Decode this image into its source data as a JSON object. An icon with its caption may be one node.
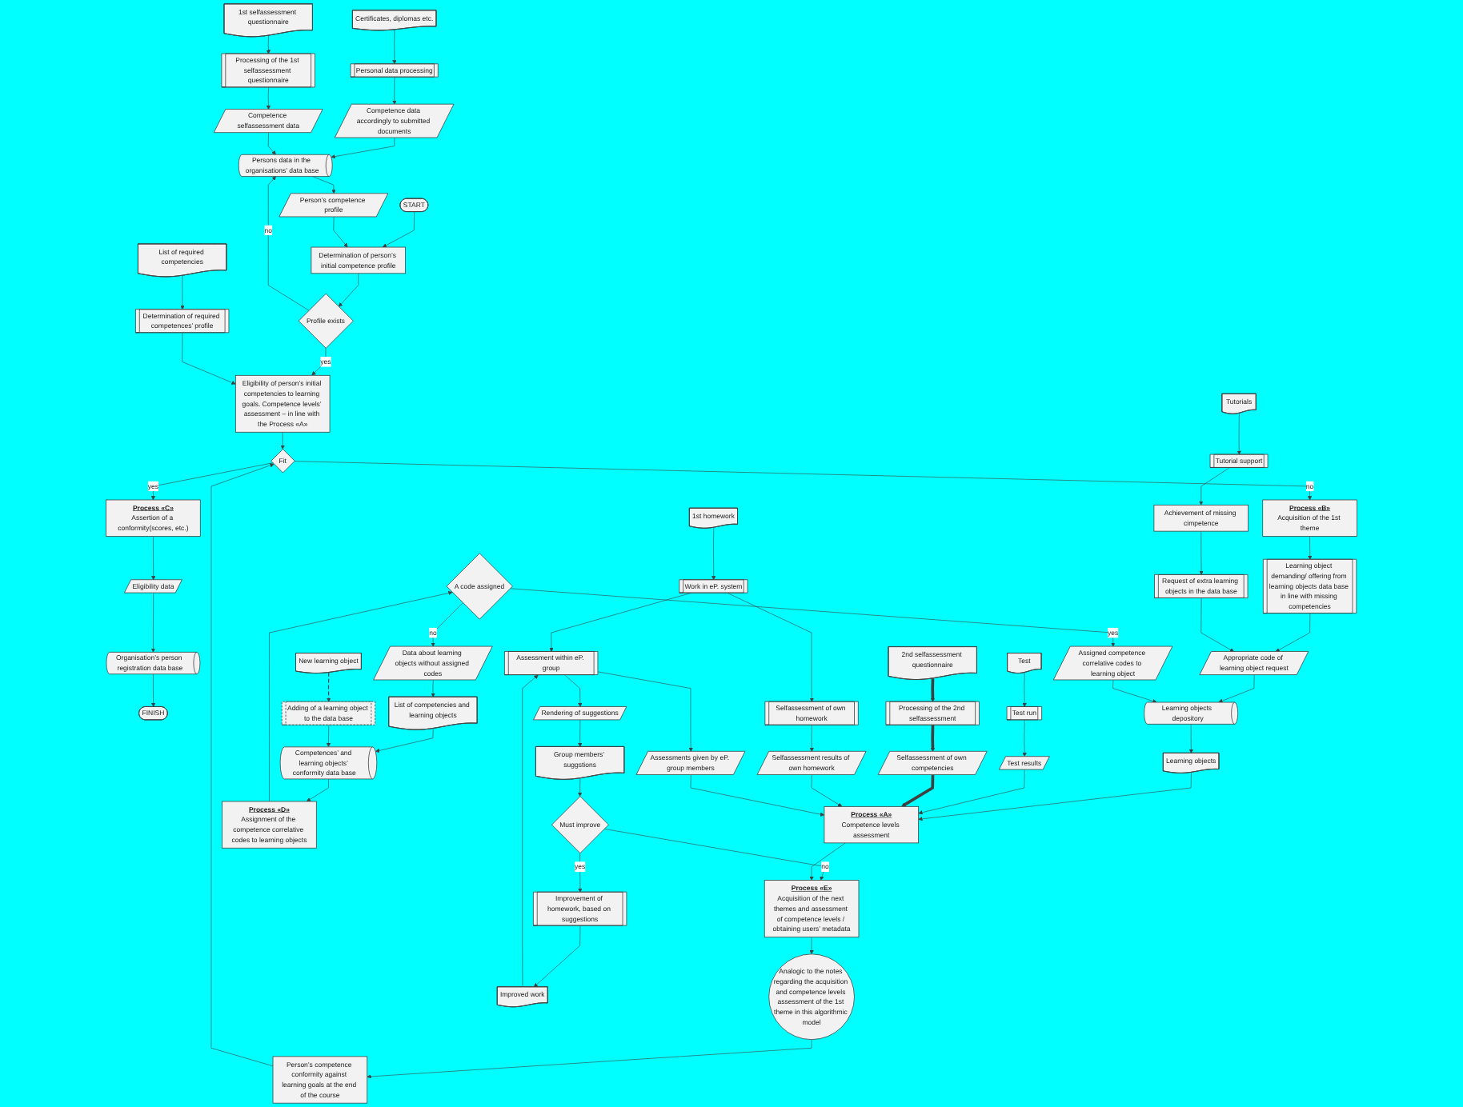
{
  "diagram": {
    "nodes": [
      {
        "text": [
          "Persons data in the organisations’ data base"
        ]
      },
      {
        "text": [
          "Person’s competence profile"
        ]
      },
      {
        "text": [
          "Determination of person’s initial competence profile"
        ]
      },
      {
        "text": [
          "START"
        ]
      },
      {
        "text": [
          "Competence data accordingly to submitted documents"
        ]
      },
      {
        "text": [
          "Competence selfassessment data"
        ]
      },
      {
        "text": [
          "Profile exists"
        ]
      },
      {
        "text": [
          "List of required competencies"
        ]
      },
      {
        "text": [
          "FINISH"
        ]
      },
      {
        "text": [
          "Personal data processing"
        ]
      },
      {
        "text": [
          "Processing of the 1st selfassessment questionnaire"
        ]
      },
      {
        "text": [
          "Eligibility of person’s initial competencies to learning goals. Competence levels’ assessment – in line with the Process «A»"
        ]
      },
      {
        "text": [
          "Determination of required competences’ profile"
        ]
      },
      {
        "text": [
          "Organisation’s person registration data base"
        ]
      },
      {
        "text": [
          "Certificates, diplomas etc."
        ]
      },
      {
        "text": [
          "1st selfassessment questionnaire"
        ]
      },
      {
        "text": [
          "Analogic to the notes regarding the acquisition and competence levels assessment of the 1st theme in this algorithmic model"
        ]
      },
      {
        "text": [
          "Person’s competence conformity against learning goals at the end of the course"
        ]
      },
      {
        "text": [
          "Fit"
        ]
      },
      {
        "text": [
          "Process «C»",
          "Assertion of a conformity(scores, etc.)"
        ]
      },
      {
        "text": [
          "Eligibility data"
        ]
      },
      {
        "text": [
          "Test"
        ]
      },
      {
        "text": [
          "Test run"
        ]
      },
      {
        "text": [
          "Test results"
        ]
      },
      {
        "text": [
          "Process «B»",
          "Acquisition of the 1st theme"
        ]
      },
      {
        "text": [
          "Learning object demanding/ offering from learning objects data base in line with missing competencies"
        ]
      },
      {
        "text": [
          "Appropriate code of learning object request"
        ]
      },
      {
        "text": [
          "2nd selfassessment questionnaire"
        ]
      },
      {
        "text": [
          "Processing of the 2nd selfassessment"
        ]
      },
      {
        "text": [
          "Selfassessment of own competencies"
        ]
      },
      {
        "text": [
          "Process «A»",
          "Competence levels assessment"
        ]
      },
      {
        "text": [
          "Learning objects"
        ]
      },
      {
        "text": [
          "Learning objects depository"
        ]
      },
      {
        "text": [
          "Work in eP. system"
        ]
      },
      {
        "text": [
          "Selfassessment of own homework"
        ]
      },
      {
        "text": [
          "Selfassessment results of own homework"
        ]
      },
      {
        "text": [
          "Assigned competence correlative codes to learning object"
        ]
      },
      {
        "text": [
          "Assessment within eP. group"
        ]
      },
      {
        "text": [
          "Assessments given by eP. group members"
        ]
      },
      {
        "text": [
          "Request of extra learning objects in the data base"
        ]
      },
      {
        "text": [
          "1st homework"
        ]
      },
      {
        "text": [
          "A code assigned"
        ]
      },
      {
        "text": [
          "Rendering of suggestions"
        ]
      },
      {
        "text": [
          "Group members’ suggstions"
        ]
      },
      {
        "text": [
          "Data about learning objects without assigned codes"
        ]
      },
      {
        "text": [
          "Process «E»",
          "Acquisition of the next themes and assessment of competence levels / obtaining users’ metadata"
        ]
      },
      {
        "text": [
          "Achievement of missing cimpetence"
        ]
      },
      {
        "text": [
          "Process «D»",
          "Assignment of the competence correlative codes to learning objects"
        ]
      },
      {
        "text": [
          "Improved work"
        ]
      },
      {
        "text": [
          "Improvement of homework, based on suggestions"
        ]
      },
      {
        "text": [
          "Must improve"
        ]
      },
      {
        "text": [
          "Tutorials"
        ]
      },
      {
        "text": [
          "Tutorial support"
        ]
      },
      {
        "text": [
          "List of competencies and learning objects"
        ]
      },
      {
        "text": [
          "Competences’ and learning objects’ conformity data base"
        ]
      },
      {
        "text": [
          "New learning object"
        ]
      },
      {
        "text": [
          "Adding of a learning object to the data base"
        ]
      }
    ],
    "edges": [
      {
        "from": 3,
        "to": 2,
        "arrow": "to"
      },
      {
        "from": 1,
        "to": 2,
        "arrow": "to"
      },
      {
        "from": 0,
        "to": 1,
        "arrow": "to"
      },
      {
        "from": 2,
        "to": 6,
        "arrow": "to"
      },
      {
        "from": 6,
        "to": 0,
        "arrow": "to",
        "label": "no"
      },
      {
        "from": 4,
        "to": 0,
        "arrow": "to"
      },
      {
        "from": 5,
        "to": 0,
        "arrow": "to"
      },
      {
        "from": 9,
        "to": 4,
        "arrow": "to"
      },
      {
        "from": 14,
        "to": 9,
        "arrow": "to"
      },
      {
        "from": 10,
        "to": 5,
        "arrow": "to"
      },
      {
        "from": 15,
        "to": 10,
        "arrow": "to"
      },
      {
        "from": 6,
        "to": 11,
        "arrow": "to",
        "label": "yes"
      },
      {
        "from": 7,
        "to": 12,
        "arrow": "to"
      },
      {
        "from": 12,
        "to": 11,
        "arrow": "to"
      },
      {
        "from": 11,
        "to": 18,
        "arrow": "to"
      },
      {
        "from": 16,
        "to": 17,
        "arrow": "to"
      },
      {
        "from": 17,
        "to": 18,
        "arrow": "to"
      },
      {
        "from": 18,
        "to": 19,
        "arrow": "to",
        "label": "yes"
      },
      {
        "from": 19,
        "to": 20,
        "arrow": "to"
      },
      {
        "from": 20,
        "to": 13,
        "arrow": "to"
      },
      {
        "from": 13,
        "to": 8,
        "arrow": "to"
      },
      {
        "from": 18,
        "to": 24,
        "arrow": "to",
        "label": "no"
      },
      {
        "from": 24,
        "to": 25,
        "arrow": "to"
      },
      {
        "from": 25,
        "to": 26,
        "arrow": "to"
      },
      {
        "from": 39,
        "to": 26,
        "arrow": "to"
      },
      {
        "from": 26,
        "to": 32,
        "arrow": "to"
      },
      {
        "from": 32,
        "to": 31,
        "arrow": "to"
      },
      {
        "from": 31,
        "to": 30,
        "arrow": "to"
      },
      {
        "from": 21,
        "to": 22,
        "arrow": "to"
      },
      {
        "from": 22,
        "to": 23,
        "arrow": "to"
      },
      {
        "from": 23,
        "to": 30,
        "arrow": "to"
      },
      {
        "from": 27,
        "to": 28,
        "arrow": "to",
        "style": "thick"
      },
      {
        "from": 28,
        "to": 29,
        "arrow": "to",
        "style": "thick"
      },
      {
        "from": 29,
        "to": 30,
        "arrow": "to",
        "style": "thick"
      },
      {
        "from": 33,
        "to": 34,
        "arrow": "to"
      },
      {
        "from": 33,
        "to": 37,
        "arrow": "to"
      },
      {
        "from": 40,
        "to": 33,
        "arrow": "to"
      },
      {
        "from": 34,
        "to": 35,
        "arrow": "to"
      },
      {
        "from": 35,
        "to": 30,
        "arrow": "to"
      },
      {
        "from": 37,
        "to": 38,
        "arrow": "to"
      },
      {
        "from": 38,
        "to": 30,
        "arrow": "to"
      },
      {
        "from": 37,
        "to": 42,
        "arrow": "to"
      },
      {
        "from": 42,
        "to": 43,
        "arrow": "to"
      },
      {
        "from": 43,
        "to": 50,
        "arrow": "to"
      },
      {
        "from": 50,
        "to": 49,
        "arrow": "to",
        "label": "yes"
      },
      {
        "from": 49,
        "to": 48,
        "arrow": "to"
      },
      {
        "from": 48,
        "to": 37,
        "arrow": "to"
      },
      {
        "from": 50,
        "to": 45,
        "arrow": "to",
        "label": "no"
      },
      {
        "from": 30,
        "to": 45,
        "arrow": "to"
      },
      {
        "from": 45,
        "to": 16,
        "arrow": "to"
      },
      {
        "from": 51,
        "to": 52,
        "arrow": "to"
      },
      {
        "from": 52,
        "to": 46,
        "arrow": "to"
      },
      {
        "from": 46,
        "to": 39,
        "arrow": "to"
      },
      {
        "from": 41,
        "to": 36,
        "arrow": "to",
        "label": "yes"
      },
      {
        "from": 36,
        "to": 32,
        "arrow": "to"
      },
      {
        "from": 41,
        "to": 44,
        "arrow": "to",
        "label": "no"
      },
      {
        "from": 44,
        "to": 53,
        "arrow": "to"
      },
      {
        "from": 53,
        "to": 54,
        "arrow": "to"
      },
      {
        "from": 54,
        "to": 47,
        "arrow": "to"
      },
      {
        "from": 47,
        "to": 41,
        "arrow": "to"
      },
      {
        "from": 55,
        "to": 56,
        "arrow": "to",
        "style": "dashed"
      },
      {
        "from": 56,
        "to": 54,
        "arrow": "to"
      }
    ]
  }
}
